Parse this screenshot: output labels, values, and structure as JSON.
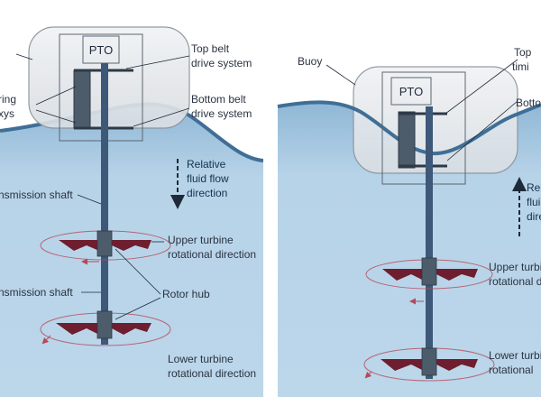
{
  "left_panel": {
    "pto": "PTO",
    "top_belt": [
      "Top belt",
      "drive system"
    ],
    "bottom_belt": [
      "Bottom belt",
      "drive system"
    ],
    "bearing_partial": [
      "ring",
      "xys"
    ],
    "relative_flow": [
      "Relative",
      "fluid flow",
      "direction"
    ],
    "transmission_shaft_upper": "nsmission shaft",
    "transmission_shaft_lower": "nsmission shaft",
    "upper_turbine": [
      "Upper turbine",
      "rotational direction"
    ],
    "rotor_hub": "Rotor hub",
    "lower_turbine": [
      "Lower turbine",
      "rotational direction"
    ]
  },
  "right_panel": {
    "buoy": "Buoy",
    "pto": "PTO",
    "top_partial": [
      "Top",
      "timi"
    ],
    "bottom_partial": "Botto",
    "relative_partial": [
      "Rela",
      "fluid",
      "direc"
    ],
    "upper_turbine_partial": [
      "Upper turbi",
      "rotational d"
    ],
    "lower_turbine_partial": [
      "Lower turbi",
      "rotational"
    ]
  },
  "colors": {
    "water": "#b7d3e8",
    "water_deep": "#9cc2de",
    "wave_surface": "#3f6f96",
    "buoy_fill": "#e6e9ec",
    "buoy_stroke": "#8a929a",
    "shaft": "#3d5878",
    "blade": "#6e1e2e",
    "orbit": "#b34a5a",
    "arrow": "#1d2a3a"
  }
}
